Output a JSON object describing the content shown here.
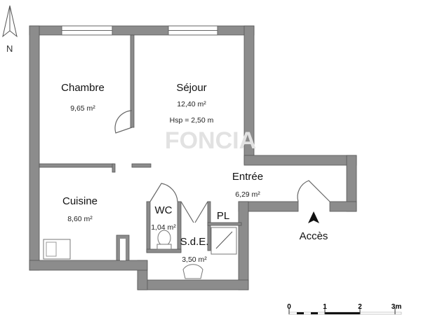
{
  "compass": {
    "north_label": "N"
  },
  "watermark": "FONCIA",
  "rooms": [
    {
      "name": "Chambre",
      "area": "9,65 m²"
    },
    {
      "name": "Séjour",
      "area": "12,40 m²",
      "note": "Hsp = 2,50 m"
    },
    {
      "name": "Cuisine",
      "area": "8,60 m²"
    },
    {
      "name": "Entrée",
      "area": "6,29 m²"
    },
    {
      "name": "WC",
      "area": "1,04 m²"
    },
    {
      "name": "S.d.E.",
      "area": "3,50 m²"
    },
    {
      "name": "PL"
    }
  ],
  "access_label": "Accès",
  "scale_bar": {
    "ticks": [
      "0",
      "1",
      "2",
      "3m"
    ]
  },
  "colors": {
    "wall": "#8c8c8c"
  }
}
